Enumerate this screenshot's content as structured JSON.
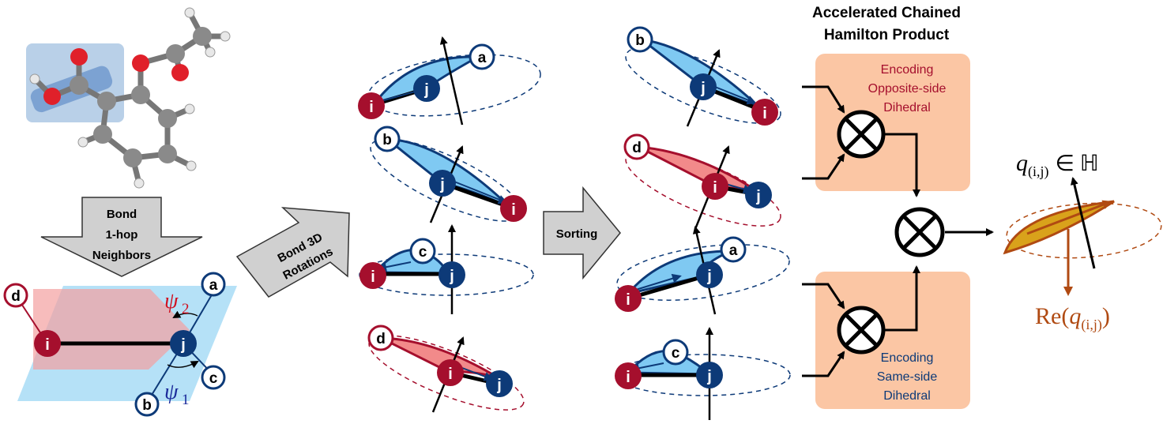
{
  "title_line1": "Accelerated Chained",
  "title_line2": "Hamilton Product",
  "arrow_bond_line1": "Bond",
  "arrow_bond_line2": "1-hop",
  "arrow_bond_line3": "Neighbors",
  "arrow_rot_line1": "Bond 3D",
  "arrow_rot_line2": "Rotations",
  "arrow_sort": "Sorting",
  "enc_top_line1": "Encoding",
  "enc_top_line2": "Opposite-side",
  "enc_top_line3": "Dihedral",
  "enc_bot_line1": "Encoding",
  "enc_bot_line2": "Same-side",
  "enc_bot_line3": "Dihedral",
  "node_i": "i",
  "node_j": "j",
  "node_a": "a",
  "node_b": "b",
  "node_c": "c",
  "node_d": "d",
  "psi2_sym": "ψ",
  "psi2_sub": "2",
  "psi1_sym": "ψ",
  "psi1_sub": "1",
  "q_sym": "q",
  "q_sub": "(i,j)",
  "q_in": "∈ ℍ",
  "re_prefix": "Re(",
  "re_sym": "q",
  "re_sub": "(i,j)",
  "re_suffix": ")",
  "otimes": "⊗",
  "colors": {
    "red_node": "#a50f2d",
    "blue_node": "#0d3a78",
    "blue_fill": "#7fc9f2",
    "red_fill": "#f28a8a",
    "orange_box": "#fbc6a4",
    "gold": "#d9a21b",
    "brown": "#b04a12",
    "arrow_gray": "#d0d0d0"
  }
}
